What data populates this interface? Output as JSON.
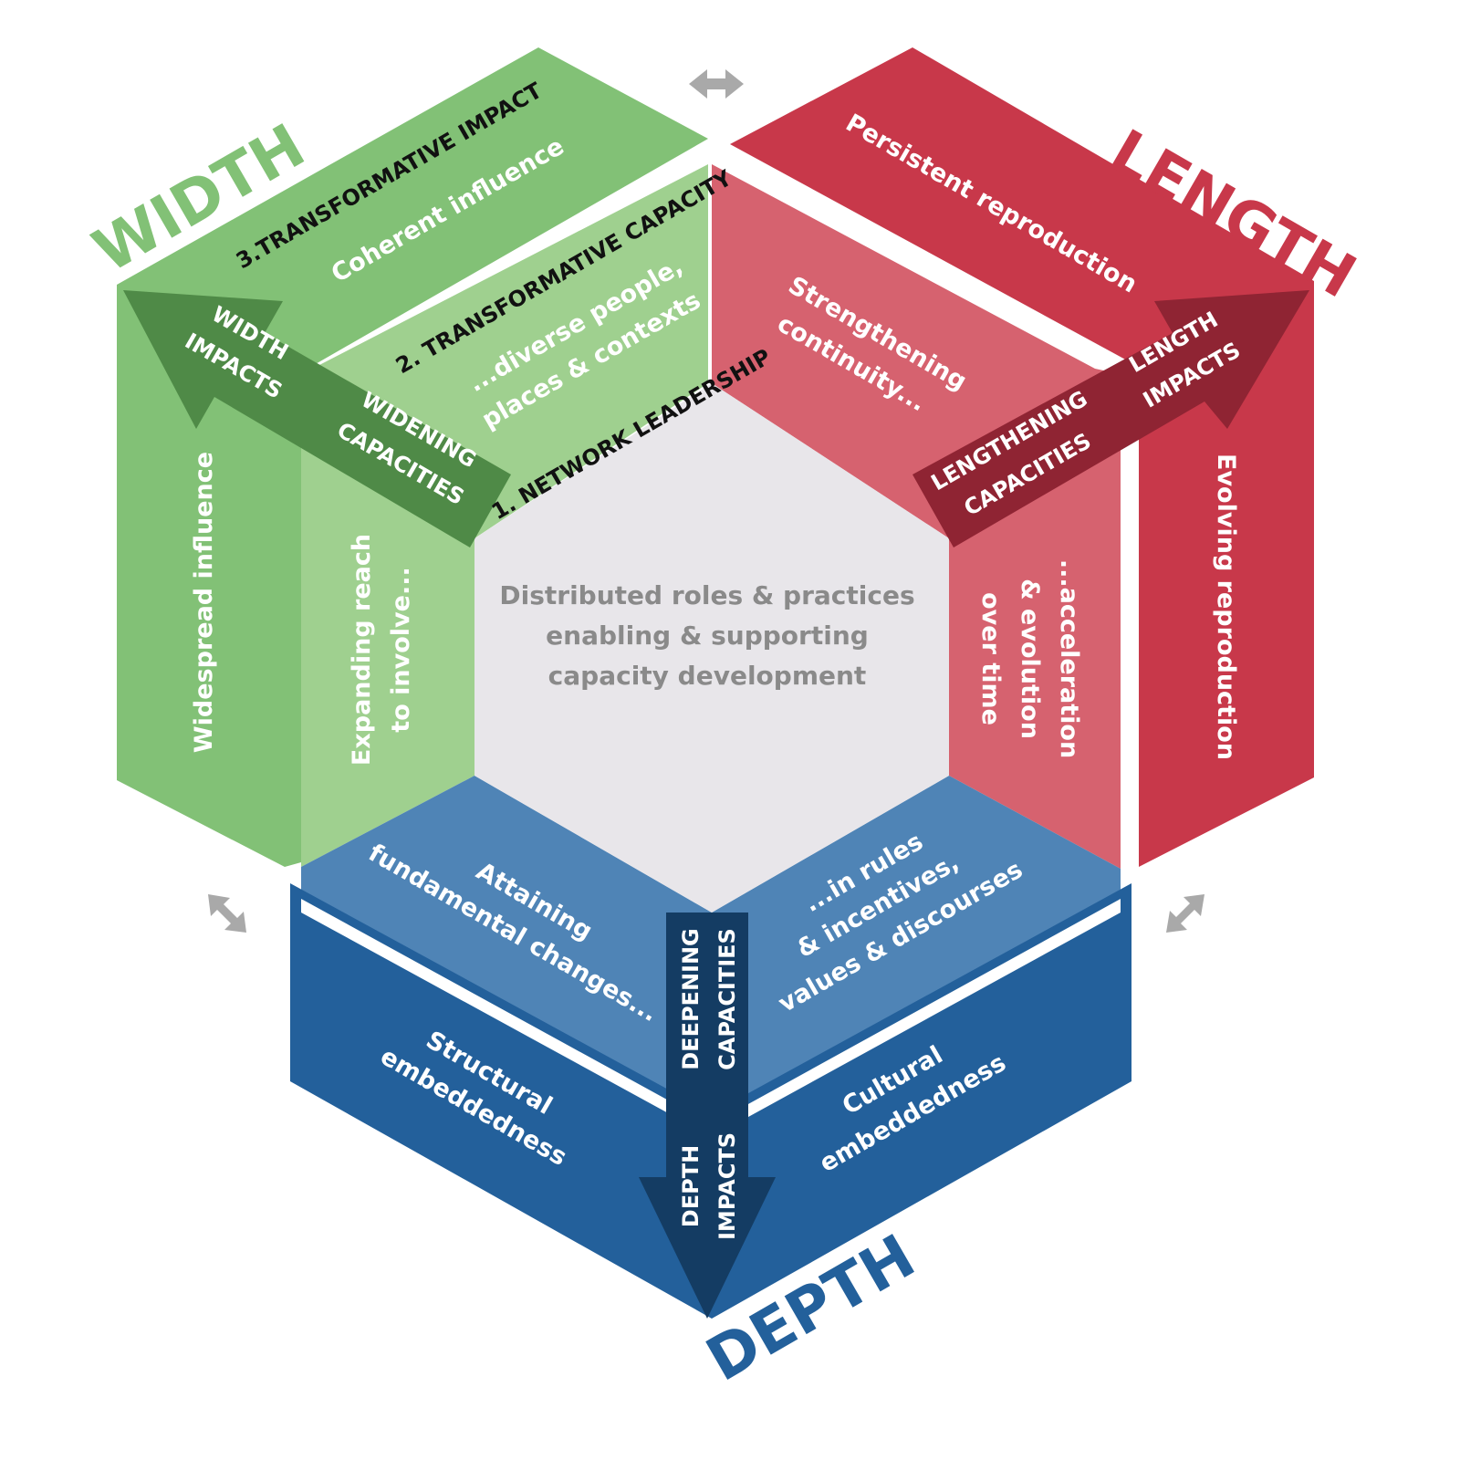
{
  "dimensions": {
    "width": "WIDTH",
    "length": "LENGTH",
    "depth": "DEPTH"
  },
  "levels": {
    "network_leadership": "1. NETWORK LEADERSHIP",
    "transformative_capacity": "2. TRANSFORMATIVE CAPACITY",
    "transformative_impact": "3.TRANSFORMATIVE IMPACT"
  },
  "center": {
    "line1": "Distributed roles & practices",
    "line2": "enabling & supporting",
    "line3": "capacity development"
  },
  "width_section": {
    "outer_top": "Coherent influence",
    "outer_side": "Widespread influence",
    "inner_top_1": "...diverse people,",
    "inner_top_2": "places & contexts",
    "inner_side_1": "Expanding reach",
    "inner_side_2": "to involve...",
    "arrow_capacities_1": "WIDENING",
    "arrow_capacities_2": "CAPACITIES",
    "arrow_impacts_1": "WIDTH",
    "arrow_impacts_2": "IMPACTS"
  },
  "length_section": {
    "outer_top": "Persistent reproduction",
    "outer_side": "Evolving reproduction",
    "inner_top_1": "Strengthening",
    "inner_top_2": "continuity...",
    "inner_side_1": "...acceleration",
    "inner_side_2": "& evolution",
    "inner_side_3": "over time",
    "arrow_capacities_1": "LENGTHENING",
    "arrow_capacities_2": "CAPACITIES",
    "arrow_impacts_1": "LENGTH",
    "arrow_impacts_2": "IMPACTS"
  },
  "depth_section": {
    "inner_left_1": "Attaining",
    "inner_left_2": "fundamental changes...",
    "inner_right_1": "...in rules",
    "inner_right_2": "& incentives,",
    "inner_right_3": "values & discourses",
    "outer_left_1": "Structural",
    "outer_left_2": "embeddedness",
    "outer_right_1": "Cultural",
    "outer_right_2": "embeddedness",
    "arrow_capacities_1": "DEEPENING",
    "arrow_capacities_2": "CAPACITIES",
    "arrow_impacts_1": "DEPTH",
    "arrow_impacts_2": "IMPACTS"
  },
  "colors": {
    "green_outer": "#82c176",
    "green_inner": "#9fd08f",
    "green_arrow": "#4f8a47",
    "red_outer": "#c8384a",
    "red_inner": "#d6626f",
    "red_arrow": "#8f2433",
    "blue_outer": "#23609b",
    "blue_inner": "#4f84b6",
    "blue_arrow": "#143c63",
    "core": "#e8e6ea",
    "connector": "#a9a9a9"
  }
}
